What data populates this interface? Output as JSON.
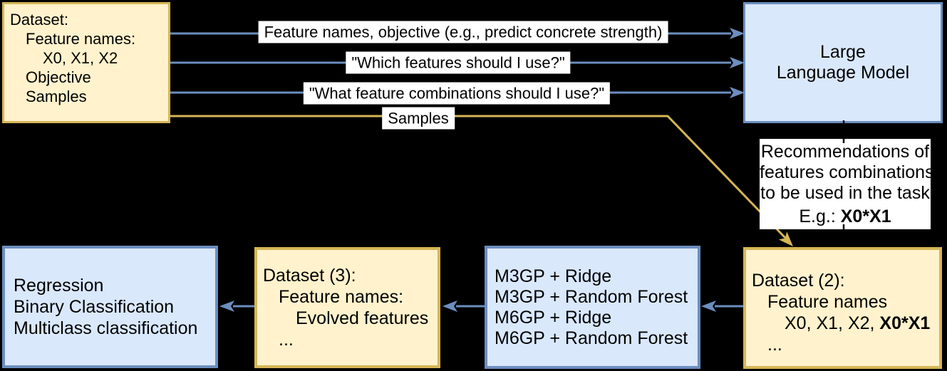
{
  "colors": {
    "background": "#000000",
    "yellow_fill": "#fff2cc",
    "yellow_border": "#d6b656",
    "blue_fill": "#dae8fc",
    "blue_border": "#6c8ebf",
    "arrow_blue": "#6c8ebf",
    "arrow_yellow": "#d6b656",
    "label_background": "#ffffff",
    "text": "#000000"
  },
  "boxes": {
    "dataset1": {
      "lines": [
        "Dataset:",
        "Feature names:",
        "X0, X1, X2",
        "Objective",
        "Samples"
      ]
    },
    "llm": {
      "lines": [
        "Large",
        "Language Model"
      ]
    },
    "tasks": {
      "lines": [
        "Regression",
        "Binary Classification",
        "Multiclass classification"
      ]
    },
    "dataset3": {
      "lines": [
        "Dataset (3):",
        "Feature names:",
        "Evolved features",
        "..."
      ]
    },
    "models": {
      "lines": [
        "M3GP + Ridge",
        "M3GP + Random Forest",
        "M6GP + Ridge",
        "M6GP + Random Forest"
      ]
    },
    "dataset2": {
      "lines": [
        "Dataset (2):",
        "Feature names"
      ],
      "features_prefix": "X0, X1, X2, ",
      "features_bold": "X0*X1",
      "ellipsis": "..."
    }
  },
  "arrow_labels": {
    "msg1": "Feature names, objective (e.g., predict concrete strength)",
    "msg2": "\"Which features should I use?\"",
    "msg3": "\"What feature combinations should I use?\"",
    "msg4": "Samples"
  },
  "recommendation": {
    "line1": "Recommendations of",
    "line2": "features combinations",
    "line3": "to be used in the task",
    "line4_prefix": "E.g.: ",
    "line4_bold": "X0*X1"
  }
}
